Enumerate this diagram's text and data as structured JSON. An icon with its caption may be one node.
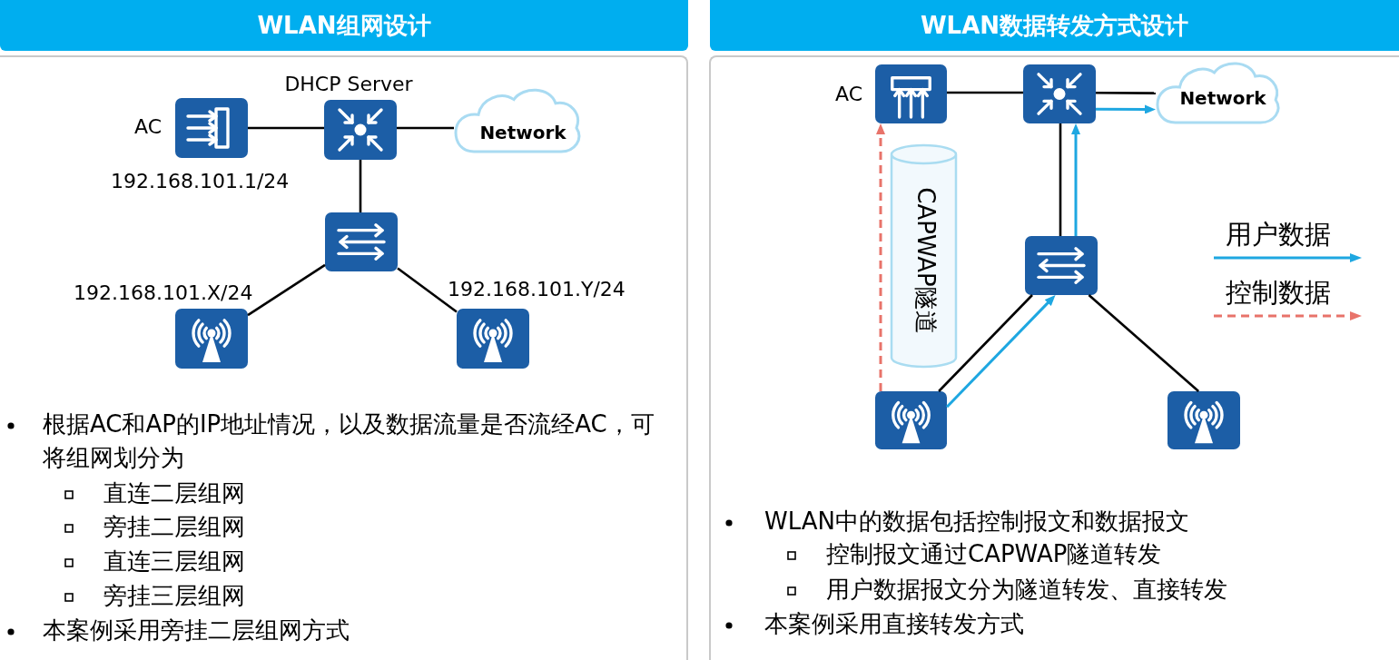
{
  "diagram": {
    "nodes": [
      {
        "text": [
          "WLAN组网设计"
        ]
      },
      {
        "text": [
          "根据AC和AP的IP地址情况，以及数据流量是否流经AC，可将组网划分为",
          "直连二层组网",
          "旁挂二层组网",
          "直连三层组网",
          "旁挂三层组网",
          "本案例采用旁挂二层组网方式"
        ]
      },
      {
        "text": [],
        "shape": "picture",
        "beside": [
          "AC",
          "192.168.101.1/24"
        ],
        "in": 1
      },
      {
        "text": [],
        "shape": "picture",
        "beside": [
          "DHCP Server"
        ],
        "in": 1
      },
      {
        "text": [
          "Network"
        ],
        "in": 1
      },
      {
        "text": [],
        "shape": "picture",
        "in": 1
      },
      {
        "text": [],
        "shape": "picture",
        "beside": [
          "192.168.101.X/24"
        ],
        "in": 1
      },
      {
        "text": [],
        "shape": "picture",
        "beside": [
          "192.168.101.Y/24"
        ],
        "in": 1
      },
      {
        "text": [
          "WLAN数据转发方式设计"
        ]
      },
      {
        "text": [
          "WLAN中的数据包括控制报文和数据报文",
          "控制报文通过CAPWAP隧道转发",
          "用户数据报文分为隧道转发、直接转发",
          "本案例采用直接转发方式"
        ]
      },
      {
        "text": [],
        "shape": "picture",
        "beside": [
          "AC"
        ],
        "in": 9
      },
      {
        "text": [],
        "shape": "picture",
        "in": 9
      },
      {
        "text": [
          "Network"
        ],
        "in": 9
      },
      {
        "text": [
          "CAPWAP隧道"
        ],
        "in": 9
      },
      {
        "text": [],
        "shape": "picture",
        "in": 9
      },
      {
        "text": [],
        "shape": "picture",
        "in": 9
      },
      {
        "text": [],
        "shape": "picture",
        "in": 9
      }
    ],
    "edges": [
      {
        "from": 2,
        "to": 3,
        "arrow": "none"
      },
      {
        "from": 3,
        "to": 4,
        "arrow": "none"
      },
      {
        "from": 3,
        "to": 5,
        "arrow": "none"
      },
      {
        "from": 5,
        "to": 6,
        "arrow": "none"
      },
      {
        "from": 5,
        "to": 7,
        "arrow": "none"
      },
      {
        "from": 10,
        "to": 11,
        "arrow": "none"
      },
      {
        "from": 11,
        "to": 12,
        "arrow": "none"
      },
      {
        "from": 11,
        "to": 14,
        "arrow": "none"
      },
      {
        "from": 14,
        "to": 15,
        "arrow": "none"
      },
      {
        "from": 14,
        "to": 16,
        "arrow": "none"
      },
      {
        "from": 15,
        "to": 14,
        "arrow": "to",
        "color": "#1ea7e1"
      },
      {
        "from": 14,
        "to": 11,
        "arrow": "to",
        "color": "#1ea7e1"
      },
      {
        "from": 11,
        "to": 12,
        "arrow": "to",
        "color": "#1ea7e1"
      },
      {
        "from": 15,
        "to": 10,
        "arrow": "to",
        "style": "dashed",
        "color": "#e8736a"
      }
    ],
    "legend": [
      {
        "text": "用户数据"
      },
      {
        "text": "控制数据"
      }
    ]
  }
}
